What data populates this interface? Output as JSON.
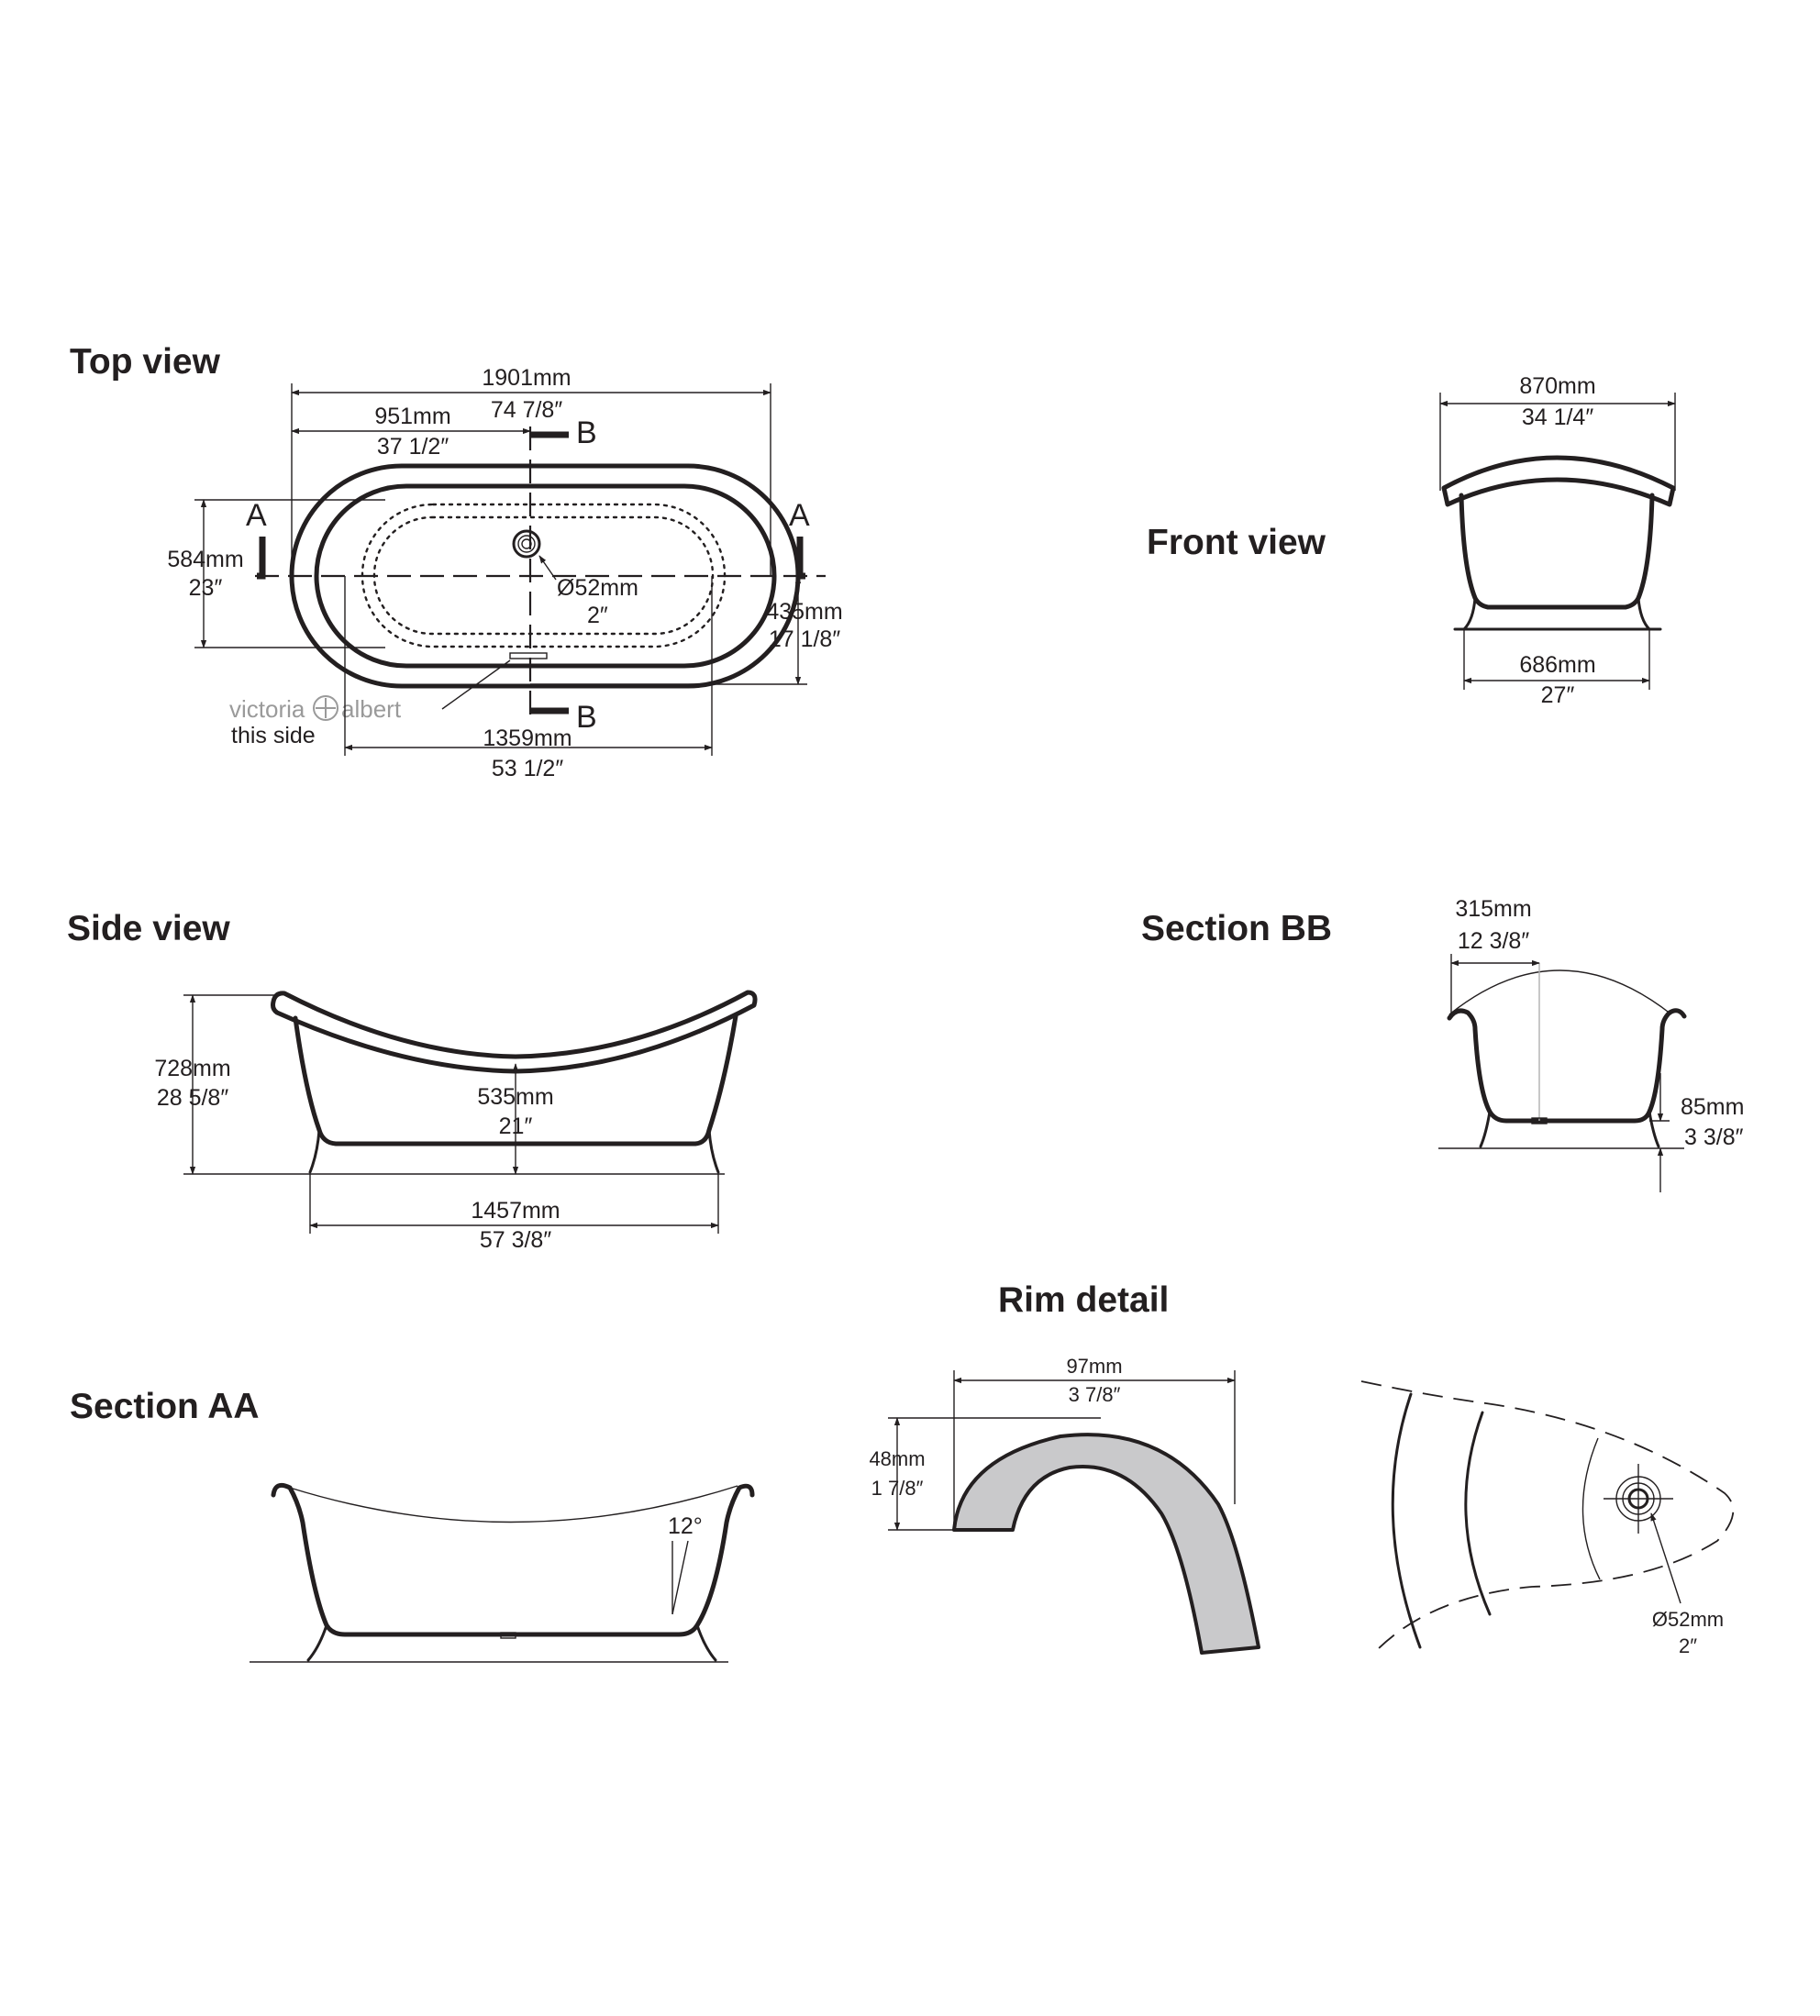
{
  "views": {
    "top": {
      "title": "Top view",
      "overall_length": {
        "mm": "1901mm",
        "in": "74 7/8″"
      },
      "half_length": {
        "mm": "951mm",
        "in": "37 1/2″"
      },
      "width": {
        "mm": "584mm",
        "in": "23″"
      },
      "inner_width": {
        "mm": "435mm",
        "in": "17 1/8″"
      },
      "waste": {
        "mm": "Ø52mm",
        "in": "2″"
      },
      "base_length": {
        "mm": "1359mm",
        "in": "53 1/2″"
      },
      "section_a": "A",
      "section_b": "B",
      "logo_left": "victoria",
      "logo_right": "albert",
      "logo_note": "this side"
    },
    "front": {
      "title": "Front view",
      "top_width": {
        "mm": "870mm",
        "in": "34 1/4″"
      },
      "base_width": {
        "mm": "686mm",
        "in": "27″"
      }
    },
    "side": {
      "title": "Side view",
      "height": {
        "mm": "728mm",
        "in": "28 5/8″"
      },
      "rim_height": {
        "mm": "535mm",
        "in": "21″"
      },
      "foot_span": {
        "mm": "1457mm",
        "in": "57 3/8″"
      }
    },
    "section_bb": {
      "title": "Section BB",
      "depth": {
        "mm": "315mm",
        "in": "12 3/8″"
      },
      "foot_height": {
        "mm": "85mm",
        "in": "3 3/8″"
      }
    },
    "section_aa": {
      "title": "Section AA",
      "angle": "12°"
    },
    "rim": {
      "title": "Rim detail",
      "width": {
        "mm": "97mm",
        "in": "3 7/8″"
      },
      "height": {
        "mm": "48mm",
        "in": "1 7/8″"
      },
      "waste": {
        "mm": "Ø52mm",
        "in": "2″"
      }
    }
  },
  "colors": {
    "line": "#231f20",
    "rim_fill": "#c9c9cb",
    "logo": "#9a9a9a"
  }
}
